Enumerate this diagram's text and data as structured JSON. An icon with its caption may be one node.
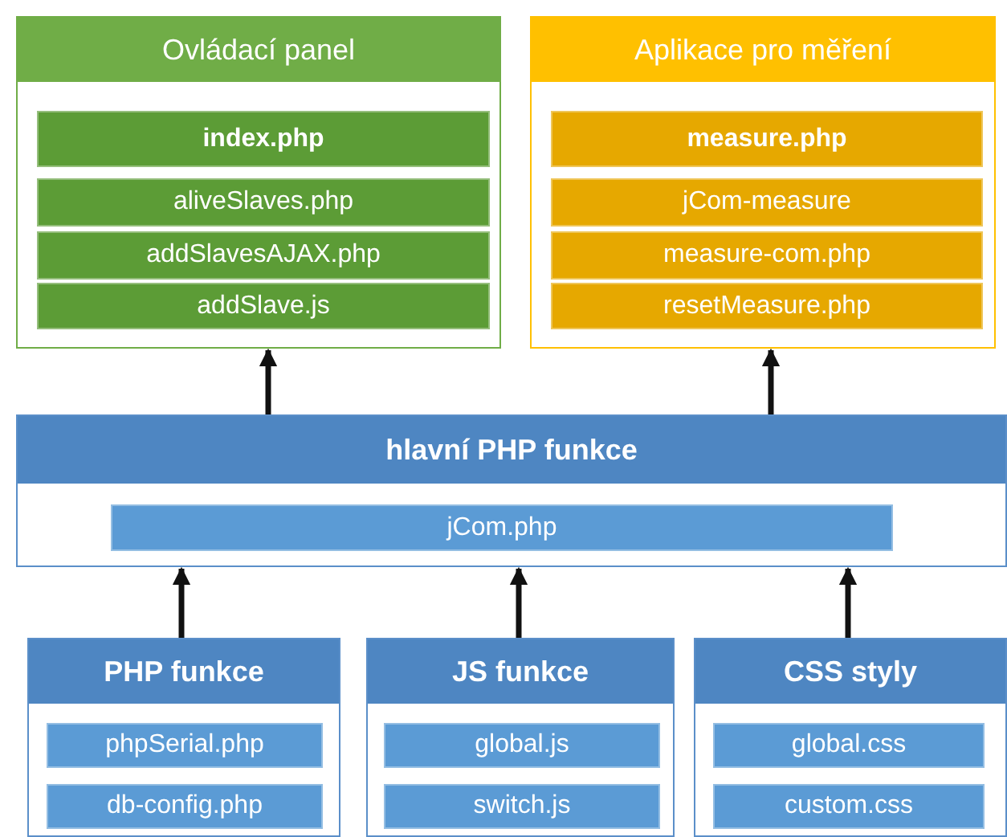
{
  "diagram": {
    "nodes": [
      {
        "text": [
          "Ovládací panel"
        ]
      },
      {
        "text": [
          "index.php"
        ],
        "in": 0
      },
      {
        "text": [
          "aliveSlaves.php"
        ],
        "in": 0
      },
      {
        "text": [
          "addSlavesAJAX.php"
        ],
        "in": 0
      },
      {
        "text": [
          "addSlave.js"
        ],
        "in": 0
      },
      {
        "text": [
          "Aplikace pro měření"
        ]
      },
      {
        "text": [
          "measure.php"
        ],
        "in": 5
      },
      {
        "text": [
          "jCom-measure"
        ],
        "in": 5
      },
      {
        "text": [
          "measure-com.php"
        ],
        "in": 5
      },
      {
        "text": [
          "resetMeasure.php"
        ],
        "in": 5
      },
      {
        "text": [
          "hlavní PHP funkce"
        ]
      },
      {
        "text": [
          "jCom.php"
        ],
        "in": 10
      },
      {
        "text": [
          "PHP funkce"
        ]
      },
      {
        "text": [
          "phpSerial.php"
        ],
        "in": 12
      },
      {
        "text": [
          "db-config.php"
        ],
        "in": 12
      },
      {
        "text": [
          "JS funkce"
        ]
      },
      {
        "text": [
          "global.js"
        ],
        "in": 15
      },
      {
        "text": [
          "switch.js"
        ],
        "in": 15
      },
      {
        "text": [
          "CSS styly"
        ]
      },
      {
        "text": [
          "global.css"
        ],
        "in": 18
      },
      {
        "text": [
          "custom.css"
        ],
        "in": 18
      }
    ],
    "edges": [
      {
        "from": 10,
        "to": 0,
        "arrow": "to"
      },
      {
        "from": 10,
        "to": 5,
        "arrow": "to"
      },
      {
        "from": 12,
        "to": 10,
        "arrow": "to"
      },
      {
        "from": 15,
        "to": 10,
        "arrow": "to"
      },
      {
        "from": 18,
        "to": 10,
        "arrow": "to"
      }
    ]
  }
}
